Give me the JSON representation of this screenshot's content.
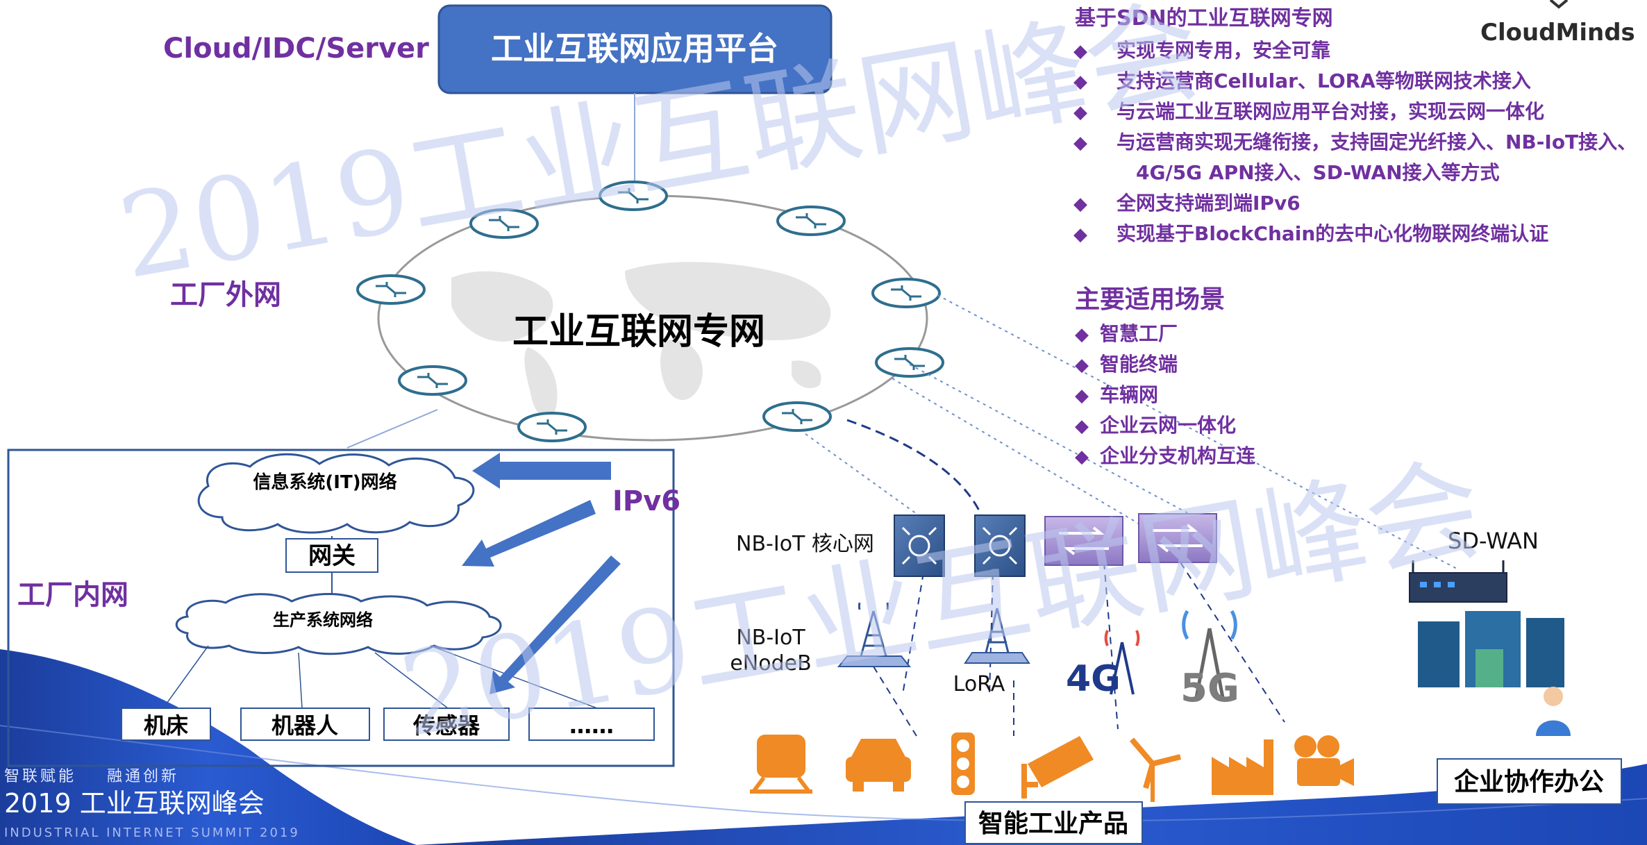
{
  "watermark": "2019工业互联网峰会",
  "brand": {
    "logo_text": "CloudMinds"
  },
  "top": {
    "cloud_label": "Cloud/IDC/Server",
    "platform_title": "工业互联网应用平台"
  },
  "network": {
    "core_title": "工业互联网专网",
    "outer_label": "工厂外网",
    "inner_label": "工厂内网",
    "ipv6_label": "IPv6"
  },
  "factory": {
    "it_network": "信息系统(IT)网络",
    "gateway": "网关",
    "production_network": "生产系统网络",
    "devices": [
      "机床",
      "机器人",
      "传感器",
      "……"
    ]
  },
  "access": {
    "nbiot_core": "NB-IoT 核心网",
    "nbiot_enodeb": [
      "NB-IoT",
      "eNodeB"
    ],
    "lora": "LoRA",
    "sdwan": "SD-WAN",
    "enterprise_office": "企业协作办公",
    "smart_products": "智能工业产品"
  },
  "features": {
    "title": "基于SDN的工业互联网专网",
    "items": [
      [
        "实现专网专用，安全可靠"
      ],
      [
        "支持运营商Cellular、LORA等物联网技术接入"
      ],
      [
        "与云端工业互联网应用平台对接，实现云网一体化"
      ],
      [
        "与运营商实现无缝衔接，支持固定光纤接入、NB-IoT接入、",
        "4G/5G APN接入、SD-WAN接入等方式"
      ],
      [
        "全网支持端到端IPv6"
      ],
      [
        "实现基于BlockChain的去中心化物联网终端认证"
      ]
    ]
  },
  "scenarios": {
    "title": "主要适用场景",
    "items": [
      "智慧工厂",
      "智能终端",
      "车辆网",
      "企业云网一体化",
      "企业分支机构互连"
    ]
  },
  "footer": {
    "slogan": "智联赋能    融通创新",
    "event": "2019 工业互联网峰会",
    "event_en": "INDUSTRIAL INTERNET SUMMIT 2019"
  },
  "colors": {
    "purple": "#7030a0",
    "platform_blue": "#4472c4",
    "navy": "#1f3a8a",
    "orange": "#f08a24",
    "watermark": "#bcc8ee"
  }
}
